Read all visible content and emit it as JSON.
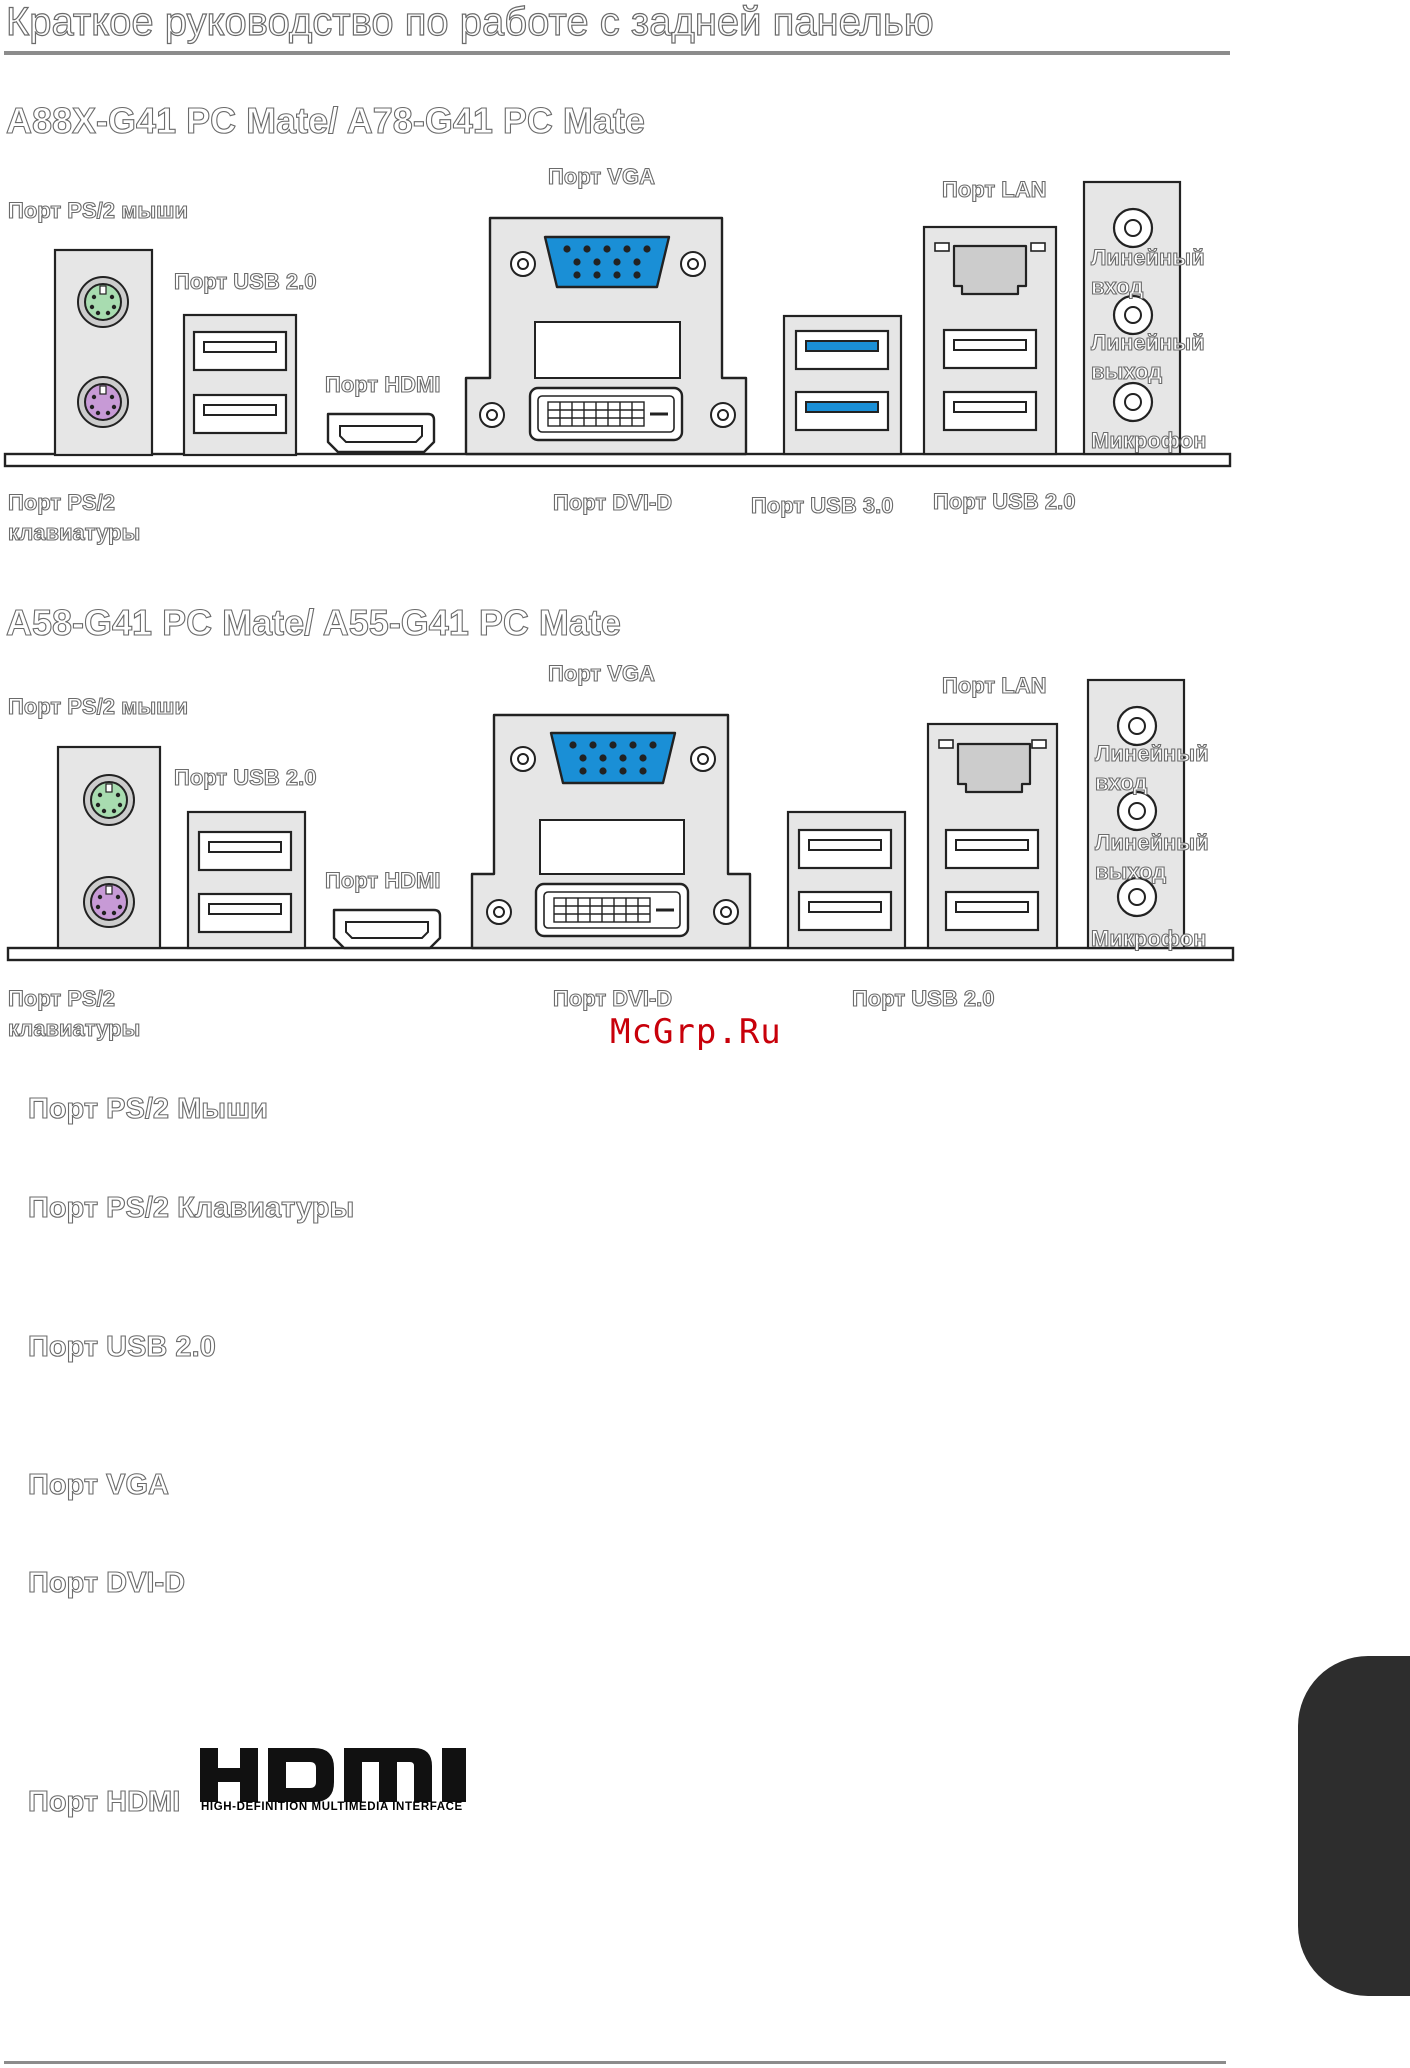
{
  "page": {
    "title": "Краткое руководство по работе с задней панелью",
    "watermark": "McGrp.Ru"
  },
  "diagram1": {
    "model": "A88X-G41 PC Mate/ A78-G41 PC Mate",
    "labels": {
      "ps2_mouse": "Порт PS/2 мыши",
      "vga": "Порт VGA",
      "lan": "Порт LAN",
      "usb20_top": "Порт USB 2.0",
      "hdmi": "Порт HDMI",
      "line_in_1": "Линейный",
      "line_in_2": "вход",
      "line_out_1": "Линейный",
      "line_out_2": "выход",
      "mic": "Микрофон",
      "ps2_kbd_1": "Порт PS/2",
      "ps2_kbd_2": "клавиатуры",
      "dvi": "Порт DVI-D",
      "usb30": "Порт USB 3.0",
      "usb20_bottom": "Порт USB 2.0"
    }
  },
  "diagram2": {
    "model": "A58-G41 PC Mate/ A55-G41 PC Mate",
    "labels": {
      "ps2_mouse": "Порт PS/2 мыши",
      "vga": "Порт VGA",
      "lan": "Порт LAN",
      "usb20_top": "Порт USB 2.0",
      "hdmi": "Порт HDMI",
      "line_in_1": "Линейный",
      "line_in_2": "вход",
      "line_out_1": "Линейный",
      "line_out_2": "выход",
      "mic": "Микрофон",
      "ps2_kbd_1": "Порт PS/2",
      "ps2_kbd_2": "клавиатуры",
      "dvi": "Порт DVI-D",
      "usb20_bottom": "Порт USB 2.0"
    }
  },
  "sections": [
    "Порт PS/2 Мыши",
    "Порт PS/2 Клавиатуры",
    "Порт USB 2.0",
    "Порт VGA",
    "Порт DVI-D",
    "Порт HDMI"
  ],
  "hdmi_logo": {
    "wordmark": "HDMI",
    "subtitle": "HIGH-DEFINITION MULTIMEDIA INTERFACE"
  },
  "colors": {
    "ps2_mouse": "#a8dcb0",
    "ps2_keyboard": "#c79ad6",
    "vga": "#1a8fd6",
    "usb30": "#1a8fd6",
    "line_in": "#9cdcf0",
    "line_out": "#d7ea7a",
    "mic": "#f4aeb8",
    "panel_fill": "#e6e6e6",
    "side_tab": "#2d2d2d",
    "watermark": "#c8000a"
  }
}
